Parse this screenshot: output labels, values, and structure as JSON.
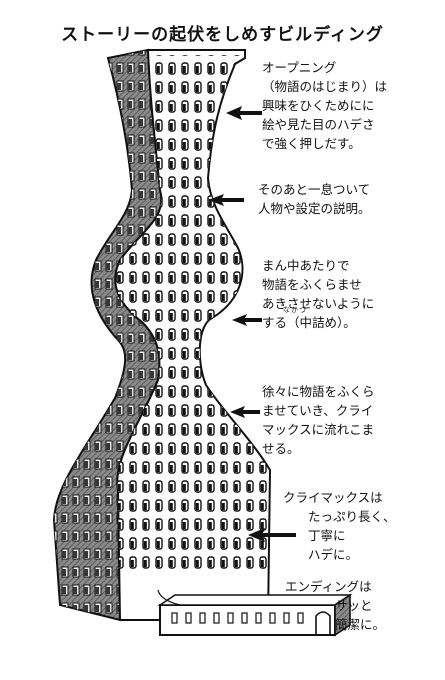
{
  "title": "ストーリーの起伏をしめすビルディング",
  "annotations": [
    {
      "id": "opening",
      "text": "オープニング\n（物語のはじまり）は\n興味をひくためにに\n絵や見た目のハデさ\nで強く押しだす。"
    },
    {
      "id": "explanation",
      "text": "そのあと一息ついて\n人物や設定の説明。"
    },
    {
      "id": "middle",
      "text": "まん中あたりで\n物語をふくらませ\nあきさせないように\nする（中詰め）。",
      "ruby": "なかづ"
    },
    {
      "id": "rising",
      "text": "徐々に物語をふくら\nませていき、クライ\nマックスに流れこま\nせる。"
    },
    {
      "id": "climax",
      "text": "クライマックスは\n　　たっぷり長く、\n　　丁寧に\n　　ハデに。"
    },
    {
      "id": "ending",
      "text": "エンディングは\n　　　　サッと\n　　　　簡潔に。"
    }
  ],
  "icons": [
    "arrow-left-icon",
    "building-icon"
  ]
}
